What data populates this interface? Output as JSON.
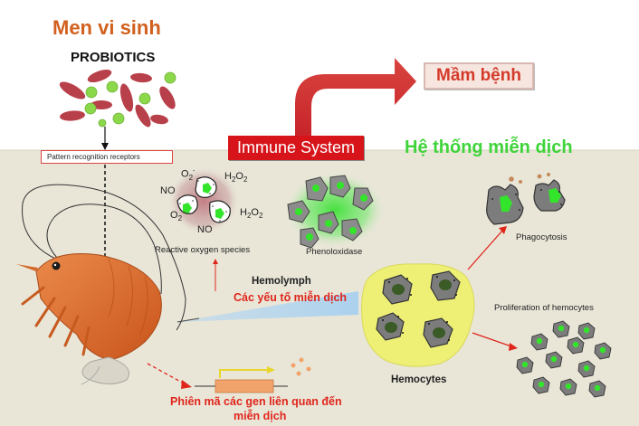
{
  "titles": {
    "probiotics_vi": "Men vi sinh",
    "probiotics_en": "PROBIOTICS",
    "pathogen_vi": "Mầm bệnh",
    "immune_en": "Immune System",
    "immune_vi": "Hệ thống miễn dịch"
  },
  "labels": {
    "prr": "Pattern recognition receptors",
    "ros": "Reactive oxygen species",
    "po": "Phenoloxidase",
    "hemolymph": "Hemolymph",
    "immune_factors_vi": "Các yếu tố miễn dịch",
    "hemocytes": "Hemocytes",
    "phagocytosis": "Phagocytosis",
    "proliferation": "Proliferation of hemocytes",
    "transcription_vi_1": "Phiên mã các gen liên quan đến",
    "transcription_vi_2": "miễn dịch"
  },
  "chemicals": {
    "o2_radical": {
      "base": "O",
      "sub": "2",
      "sup": "-"
    },
    "h2o2_top": {
      "base": "H",
      "sub": "2",
      "rest": "O",
      "sub2": "2"
    },
    "no_left": "NO",
    "o2_left": {
      "base": "O",
      "sub": "2"
    },
    "h2o2_right": {
      "base": "H",
      "sub": "2",
      "rest": "O",
      "sub2": "2"
    },
    "no_bottom": "NO"
  },
  "colors": {
    "background_top": "#ffffff",
    "background_bottom": "#e9e6d8",
    "orange_title": "#d2601e",
    "immune_red": "#d7141a",
    "green_title": "#3fd43a",
    "hemocyte_yellow": "#eef076",
    "cell_green": "#33e52a",
    "bacteria_red": "#b8404a",
    "bacteria_green": "#8bd84a"
  }
}
